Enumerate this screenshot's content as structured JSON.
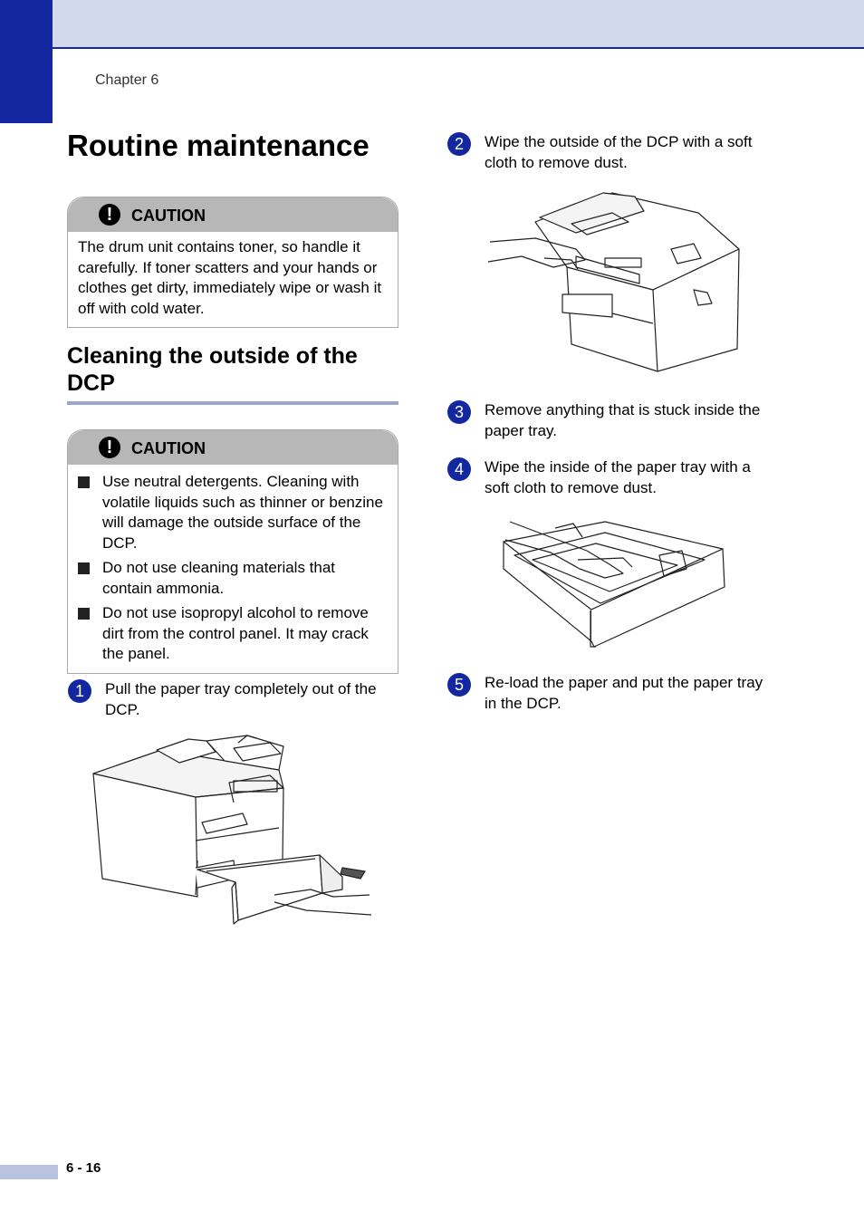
{
  "header": {
    "chapter": "Chapter 6"
  },
  "page": {
    "title": "Routine maintenance",
    "number": "6 - 16"
  },
  "caution1": {
    "icon_label": "!",
    "title": "CAUTION",
    "text": "The drum unit contains toner, so handle it carefully. If toner scatters and your hands or clothes get dirty, immediately wipe or wash it off with cold water."
  },
  "section": {
    "title": "Cleaning the outside of the DCP"
  },
  "caution2": {
    "icon_label": "!",
    "title": "CAUTION",
    "items": [
      "Use neutral detergents. Cleaning with volatile liquids such as thinner or benzine will damage the outside surface of the DCP.",
      "Do not use cleaning materials that contain ammonia.",
      "Do not use isopropyl alcohol to remove dirt from the control panel. It may crack the panel."
    ]
  },
  "steps": [
    {
      "num": "1",
      "text": "Pull the paper tray completely out of the DCP."
    },
    {
      "num": "2",
      "text": "Wipe the outside of the DCP with a soft cloth to remove dust."
    },
    {
      "num": "3",
      "text": "Remove anything that is stuck inside the paper tray."
    },
    {
      "num": "4",
      "text": "Wipe the inside of the paper tray with a soft cloth to remove dust."
    },
    {
      "num": "5",
      "text": "Re-load the paper and put the paper tray in the DCP."
    }
  ],
  "colors": {
    "accent": "#1327a0",
    "band": "#d3d9ec",
    "caution_header": "#b7b7b7"
  }
}
